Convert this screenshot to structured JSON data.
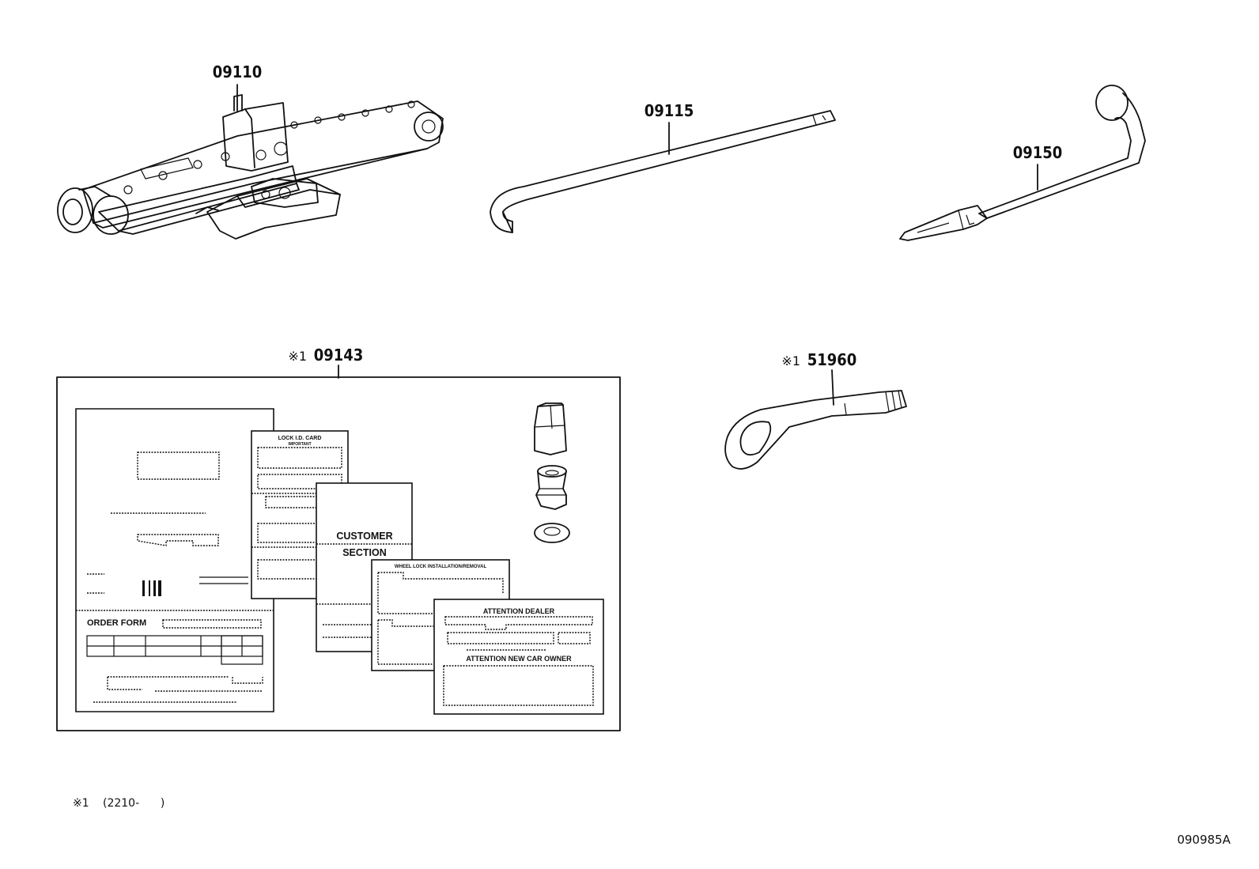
{
  "parts": {
    "jack": {
      "number": "09110"
    },
    "jack_handle": {
      "number": "09115"
    },
    "lug_wrench": {
      "number": "09150"
    },
    "wheel_lock_kit": {
      "note_mark": "※1",
      "number": "09143"
    },
    "towing_eye": {
      "note_mark": "※1",
      "number": "51960"
    }
  },
  "kit_documents": {
    "order_form_label": "ORDER FORM",
    "lock_id_card_title": "LOCK I.D. CARD",
    "lock_id_card_subtitle": "IMPORTANT",
    "customer_section_line1": "CUSTOMER",
    "customer_section_line2": "SECTION",
    "install_sheet_title": "WHEEL LOCK INSTALLATION/REMOVAL",
    "attention_dealer": "ATTENTION DEALER",
    "attention_owner": "ATTENTION NEW CAR OWNER"
  },
  "footnote": {
    "mark": "※1",
    "text": "(2210-      )"
  },
  "illustration_code": "090985A",
  "colors": {
    "ink": "#111111",
    "paper": "#ffffff"
  }
}
